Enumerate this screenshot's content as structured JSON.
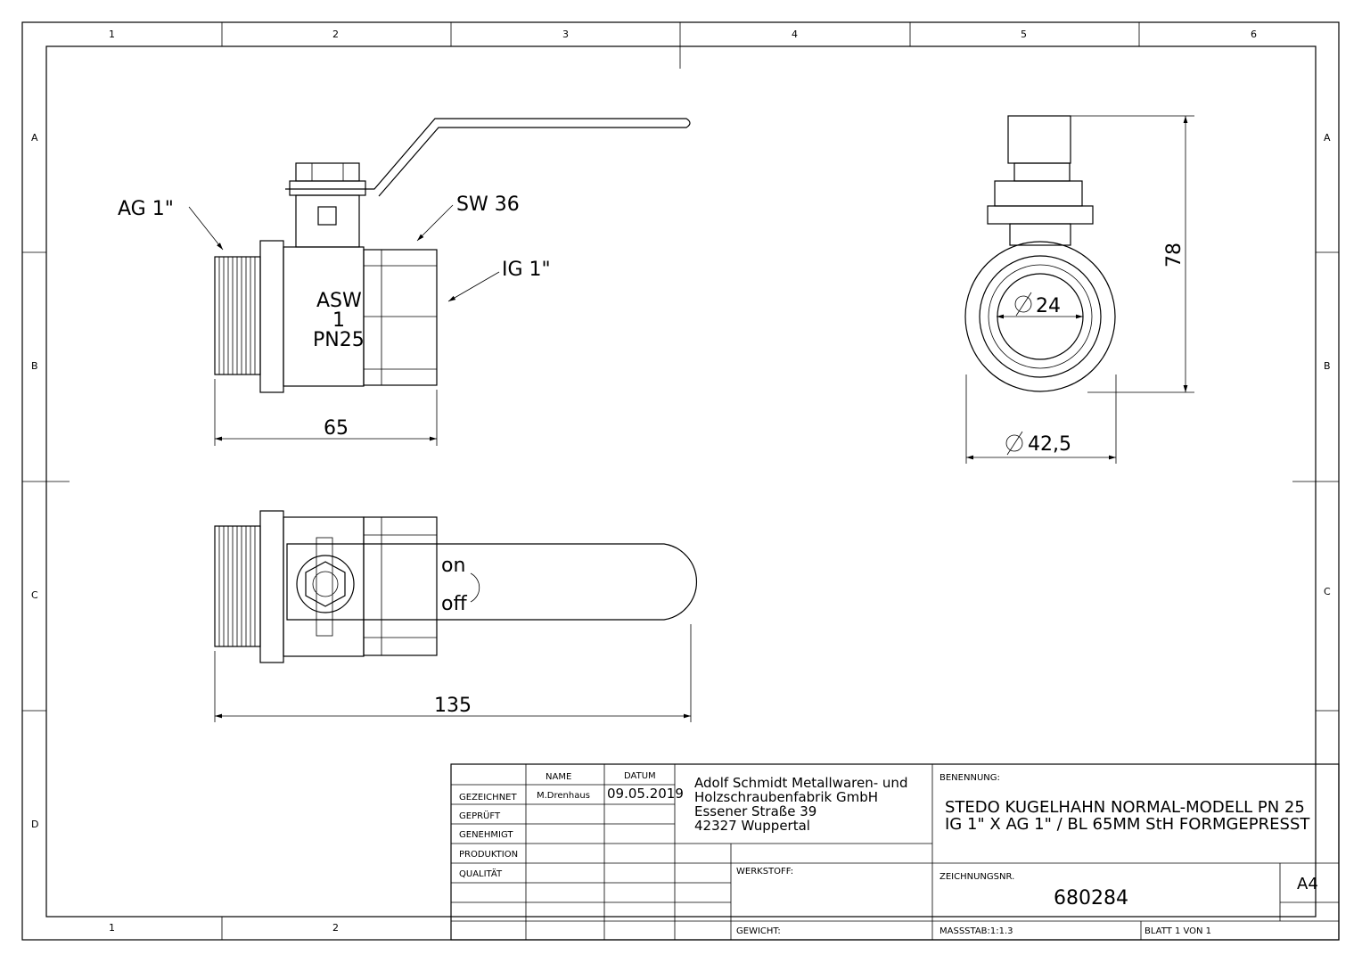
{
  "zones": {
    "columns": [
      "1",
      "2",
      "3",
      "4",
      "5",
      "6"
    ],
    "rows": [
      "A",
      "B",
      "C",
      "D"
    ],
    "bottom_columns": [
      "1",
      "2"
    ]
  },
  "annotations": {
    "ag": "AG 1\"",
    "sw": "SW 36",
    "ig": "IG 1\"",
    "body_mark": [
      "ASW",
      "1",
      "PN25"
    ],
    "len_front": "65",
    "len_side": "135",
    "height": "78",
    "bore": "24",
    "outer_dia": "42,5",
    "on": "on",
    "off": "off"
  },
  "title_block": {
    "headers": {
      "name": "NAME",
      "datum": "DATUM"
    },
    "rows": [
      "GEZEICHNET",
      "GEPRÜFT",
      "GENEHMIGT",
      "PRODUKTION",
      "QUALITÄT"
    ],
    "drawn_by": "M.Drenhaus",
    "date": "09.05.2019",
    "company": [
      "Adolf Schmidt Metallwaren- und",
      "Holzschraubenfabrik GmbH",
      "Essener Straße 39",
      "42327 Wuppertal"
    ],
    "benennung_label": "BENENNUNG:",
    "title": [
      "STEDO KUGELHAHN NORMAL-MODELL PN 25",
      "IG 1\" X AG 1\" / BL 65MM StH FORMGEPRESST"
    ],
    "werkstoff_label": "WERKSTOFF:",
    "zeichnungsnr_label": "ZEICHNUNGSNR.",
    "drawing_number": "680284",
    "format": "A4",
    "gewicht_label": "GEWICHT:",
    "scale": "MASSSTAB:1:1.3",
    "sheet": "BLATT 1 VON 1"
  }
}
